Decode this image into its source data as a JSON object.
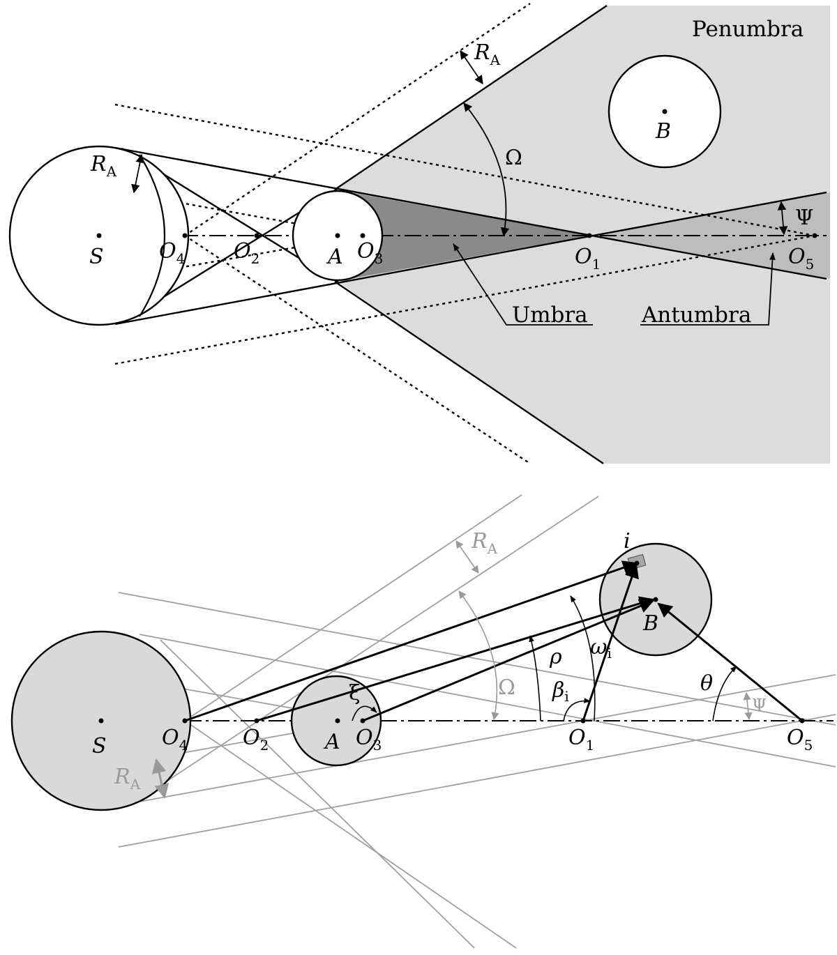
{
  "top": {
    "region_labels": {
      "penumbra": "Penumbra",
      "umbra": "Umbra",
      "antumbra": "Antumbra"
    },
    "points": {
      "S": "S",
      "O4": {
        "base": "O",
        "sub": "4"
      },
      "O2": {
        "base": "O",
        "sub": "2"
      },
      "A": "A",
      "O3": {
        "base": "O",
        "sub": "3"
      },
      "O1": {
        "base": "O",
        "sub": "1"
      },
      "O5": {
        "base": "O",
        "sub": "5"
      },
      "B": "B"
    },
    "angles": {
      "Omega": "Ω",
      "Psi": "Ψ"
    },
    "radii": {
      "RA_1": {
        "base": "R",
        "sub": "A"
      },
      "RA_2": {
        "base": "R",
        "sub": "A"
      }
    }
  },
  "bottom": {
    "points": {
      "S": "S",
      "O4": {
        "base": "O",
        "sub": "4"
      },
      "O2": {
        "base": "O",
        "sub": "2"
      },
      "A": "A",
      "O3": {
        "base": "O",
        "sub": "3"
      },
      "O1": {
        "base": "O",
        "sub": "1"
      },
      "O5": {
        "base": "O",
        "sub": "5"
      },
      "B": "B",
      "i": "i"
    },
    "angles": {
      "xi": "ξ",
      "rho": "ρ",
      "beta_i": {
        "base": "β",
        "sub": "i"
      },
      "omega_i": {
        "base": "ω",
        "sub": "i"
      },
      "theta": "θ",
      "Omega": "Ω",
      "Psi": "Ψ"
    },
    "radii": {
      "RA_1": {
        "base": "R",
        "sub": "A"
      },
      "RA_2": {
        "base": "R",
        "sub": "A"
      }
    }
  },
  "colors": {
    "penumbra_fill": "#dcdcdc",
    "umbra_fill": "#8a8a8a",
    "antumbra_fill": "#bdbdbd",
    "body_fill": "#d9d9d9",
    "guide_gray": "#a0a0a0"
  }
}
